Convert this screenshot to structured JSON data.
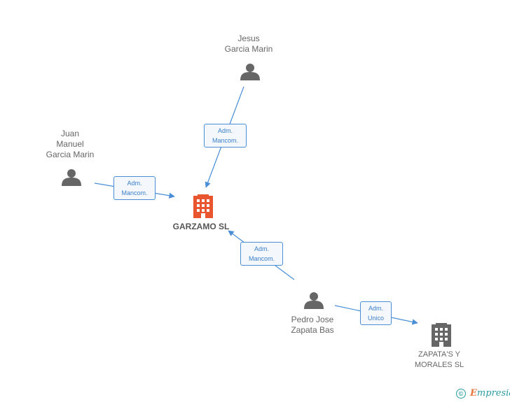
{
  "people": [
    {
      "id": "jesus",
      "name_lines": [
        "Jesus",
        "Garcia Marin"
      ],
      "icon": "person-icon"
    },
    {
      "id": "juan",
      "name_lines": [
        "Juan",
        "Manuel",
        "Garcia Marin"
      ],
      "icon": "person-icon"
    },
    {
      "id": "pedro",
      "name_lines": [
        "Pedro Jose",
        "Zapata Bas"
      ],
      "icon": "person-icon"
    }
  ],
  "companies": [
    {
      "id": "garzamo",
      "name_lines": [
        "GARZAMO SL"
      ],
      "icon": "building-icon",
      "color": "#e8552e",
      "focus": true
    },
    {
      "id": "zapatas",
      "name_lines": [
        "ZAPATA'S Y",
        "MORALES SL"
      ],
      "icon": "building-icon",
      "color": "#666666",
      "focus": false
    }
  ],
  "relations": [
    {
      "from": "jesus",
      "to": "garzamo",
      "label_lines": [
        "Adm.",
        "Mancom."
      ]
    },
    {
      "from": "juan",
      "to": "garzamo",
      "label_lines": [
        "Adm.",
        "Mancom."
      ]
    },
    {
      "from": "pedro",
      "to": "garzamo",
      "label_lines": [
        "Adm.",
        "Mancom."
      ]
    },
    {
      "from": "pedro",
      "to": "zapatas",
      "label_lines": [
        "Adm.",
        "Unico"
      ]
    }
  ],
  "colors": {
    "edge": "#4a8fd6",
    "person": "#666666"
  },
  "watermark": {
    "copyright": "©",
    "brand_initial": "E",
    "brand_rest": "mpresia"
  }
}
